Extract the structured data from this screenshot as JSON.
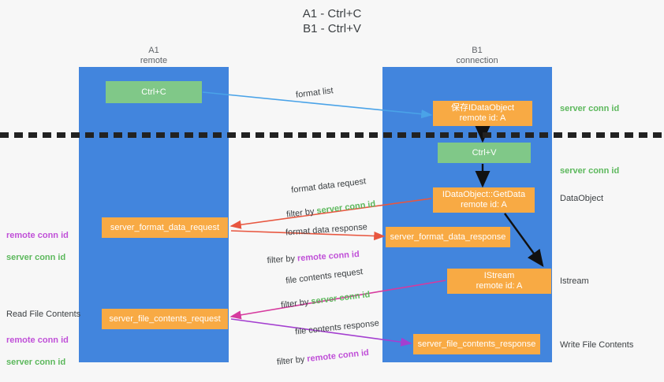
{
  "title": "A1 - Ctrl+C\nB1 - Ctrl+V",
  "columns": {
    "a1": "A1\nremote",
    "b1": "B1\nconnection"
  },
  "nodes": {
    "ctrl_c": "Ctrl+C",
    "idataobject": "保存IDataObject\nremote id: A",
    "ctrl_v": "Ctrl+V",
    "getdata": "IDataObject::GetData\nremote id: A",
    "format_data_request": "server_format_data_request",
    "format_data_response": "server_format_data_response",
    "istream": "IStream\nremote id: A",
    "file_contents_request": "server_file_contents_request",
    "file_contents_response": "server_file_contents_response"
  },
  "edge_labels": {
    "format_list": "format list",
    "format_data_request": "format data request",
    "format_data_response": "format data response",
    "file_contents_request": "file contents request",
    "file_contents_response": "file contents response",
    "filter_by": "filter by ",
    "server_conn_id": "server conn id",
    "remote_conn_id": "remote conn id"
  },
  "side_labels": {
    "server_conn_id_top": "server conn id",
    "server_conn_id_mid": "server conn id",
    "dataobject": "DataObject",
    "istream": "Istream",
    "write_file_contents": "Write File Contents",
    "read_file_contents": "Read File Contents",
    "remote_conn_id": "remote conn id",
    "server_conn_id": "server conn id"
  },
  "colors": {
    "lane": "#4285dd",
    "green_node": "#80c888",
    "orange_node": "#f8aa44",
    "green_text": "#5cb85c",
    "purple_text": "#c050d8",
    "blue_arrow": "#4aa3e8",
    "red_arrow": "#e8563f",
    "magenta_arrow": "#d63a9e",
    "purple_arrow": "#a43fd0",
    "black_arrow": "#111111",
    "background": "#f7f7f7"
  }
}
